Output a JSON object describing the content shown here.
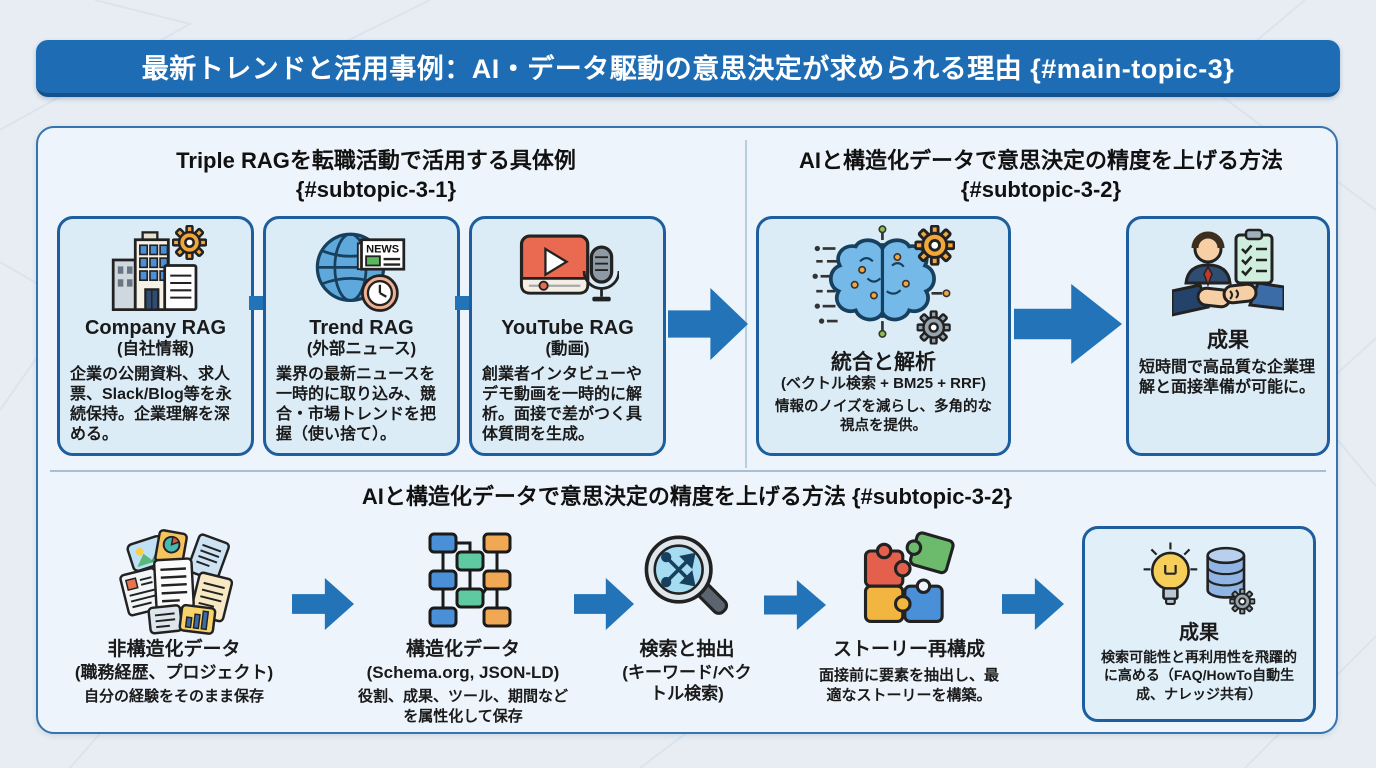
{
  "banner": {
    "title": "最新トレンドと活用事例：AI・データ駆動の意思決定が求められる理由 {#main-topic-3}"
  },
  "colors": {
    "banner_bg": "#1e6db4",
    "arrow_blue": "#2273b8",
    "box_border": "#1d5e9e",
    "box_bg": "#dcecf7",
    "card_bg": "#edf4fb",
    "page_bg": "#e7edf3"
  },
  "top_left": {
    "heading": "Triple RAGを転職活動で活用する具体例",
    "heading_tag": "{#subtopic-3-1}",
    "cards": [
      {
        "icon": "building-gear-document-icon",
        "title": "Company RAG",
        "subtitle": "(自社情報)",
        "body": "企業の公開資料、求人票、Slack/Blog等を永続保持。企業理解を深める。"
      },
      {
        "icon": "globe-news-clock-icon",
        "icon_text": "NEWS",
        "title": "Trend RAG",
        "subtitle": "(外部ニュース)",
        "body": "業界の最新ニュースを一時的に取り込み、競合・市場トレンドを把握（使い捨て）。"
      },
      {
        "icon": "video-player-mic-icon",
        "title": "YouTube RAG",
        "subtitle": "(動画)",
        "body": "創業者インタビューやデモ動画を一時的に解析。面接で差がつく具体質問を生成。"
      }
    ]
  },
  "top_right": {
    "heading": "AIと構造化データで意思決定の精度を上げる方法",
    "heading_tag": "{#subtopic-3-2}",
    "integrate": {
      "icon": "brain-circuit-gears-icon",
      "title": "統合と解析",
      "subtitle": "(ベクトル検索 + BM25 + RRF)",
      "body": "情報のノイズを減らし、多角的な視点を提供。"
    },
    "result": {
      "icon": "handshake-checklist-icon",
      "title": "成果",
      "body": "短時間で高品質な企業理解と面接準備が可能に。"
    }
  },
  "bottom": {
    "heading": "AIと構造化データで意思決定の精度を上げる方法 {#subtopic-3-2}",
    "steps": [
      {
        "icon": "scattered-documents-icon",
        "title": "非構造化データ",
        "subtitle": "(職務経歴、プロジェクト)",
        "body": "自分の経験をそのまま保存"
      },
      {
        "icon": "flowchart-nodes-icon",
        "title": "構造化データ",
        "subtitle": "(Schema.org, JSON-LD)",
        "body": "役割、成果、ツール、期間などを属性化して保存"
      },
      {
        "icon": "magnifier-arrows-icon",
        "title": "検索と抽出",
        "subtitle": "(キーワード/ベクトル検索)"
      },
      {
        "icon": "puzzle-pieces-icon",
        "title": "ストーリー再構成",
        "body": "面接前に要素を抽出し、最適なストーリーを構築。"
      },
      {
        "icon": "lightbulb-database-icon",
        "title": "成果",
        "body": "検索可能性と再利用性を飛躍的に高める（FAQ/HowTo自動生成、ナレッジ共有）"
      }
    ]
  }
}
